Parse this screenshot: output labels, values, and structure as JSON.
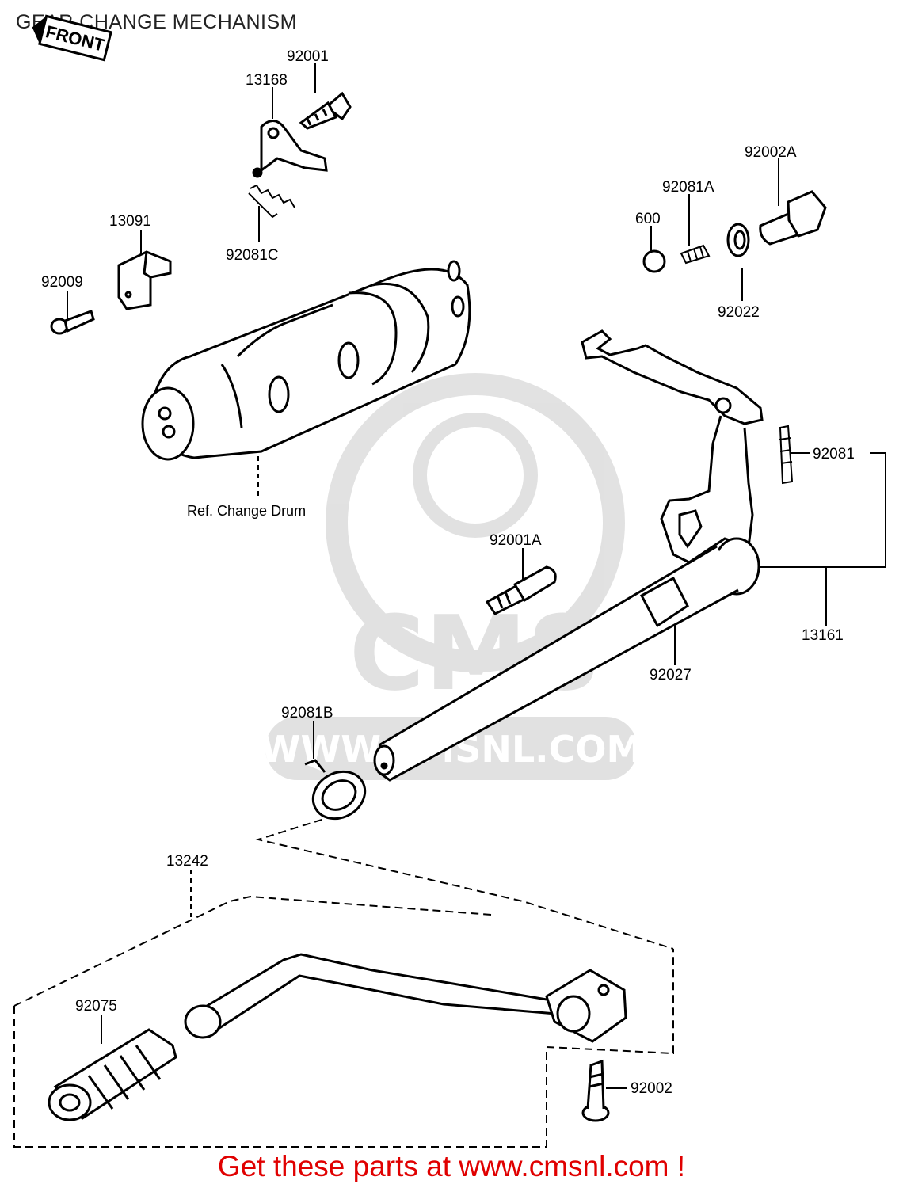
{
  "title": "GEAR CHANGE MECHANISM",
  "front_tag": "FRONT",
  "watermark": {
    "logo": "CMS",
    "url": "WWW.CMSNL.COM",
    "color": "#d8d8d8"
  },
  "parts": {
    "p92001": "92001",
    "p13168": "13168",
    "p92081C": "92081C",
    "p13091": "13091",
    "p92009": "92009",
    "p92002A": "92002A",
    "p92081A": "92081A",
    "p600": "600",
    "p92022": "92022",
    "p92081": "92081",
    "p92001A": "92001A",
    "p13161": "13161",
    "p92027": "92027",
    "p92081B": "92081B",
    "p13242": "13242",
    "p92075": "92075",
    "p92002": "92002"
  },
  "ref_label": "Ref. Change Drum",
  "footer": "Get these parts at www.cmsnl.com !",
  "colors": {
    "line": "#000000",
    "footer": "#e00000"
  }
}
